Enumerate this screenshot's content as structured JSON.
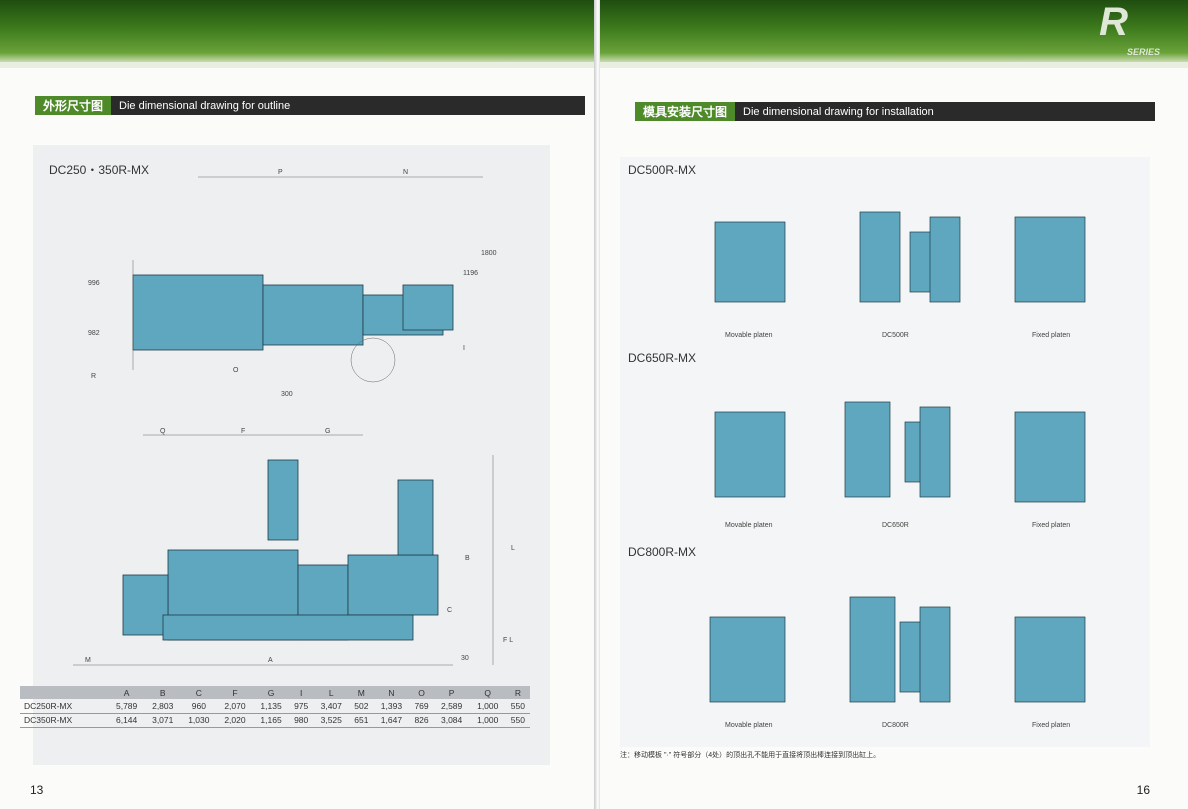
{
  "left": {
    "section_cn": "外形尺寸图",
    "section_en": "Die dimensional drawing for outline",
    "model": "DC250・350R-MX",
    "dims": [
      "P",
      "N",
      "1800",
      "1196",
      "996",
      "982",
      "R",
      "O",
      "300",
      "Q",
      "F",
      "G",
      "I",
      "B",
      "L",
      "C",
      "A",
      "M",
      "30",
      "F L"
    ],
    "table": {
      "headers": [
        "",
        "A",
        "B",
        "C",
        "F",
        "G",
        "I",
        "L",
        "M",
        "N",
        "O",
        "P",
        "Q",
        "R"
      ],
      "rows": [
        [
          "DC250R-MX",
          "5,789",
          "2,803",
          "960",
          "2,070",
          "1,135",
          "975",
          "3,407",
          "502",
          "1,393",
          "769",
          "2,589",
          "1,000",
          "550"
        ],
        [
          "DC350R-MX",
          "6,144",
          "3,071",
          "1,030",
          "2,020",
          "1,165",
          "980",
          "3,525",
          "651",
          "1,647",
          "826",
          "3,084",
          "1,000",
          "550"
        ]
      ]
    },
    "page_number": "13"
  },
  "right": {
    "logo": "R",
    "logo_sub": "SERIES",
    "section_cn": "模具安装尺寸图",
    "section_en": "Die dimensional drawing for installation",
    "models": [
      {
        "name": "DC500R-MX",
        "movable": "Movable platen",
        "center": "DC500R",
        "fixed": "Fixed platen"
      },
      {
        "name": "DC650R-MX",
        "movable": "Movable platen",
        "center": "DC650R",
        "fixed": "Fixed platen"
      },
      {
        "name": "DC800R-MX",
        "movable": "Movable platen",
        "center": "DC800R",
        "fixed": "Fixed platen"
      }
    ],
    "note": "注：移动模板 \"·\" 符号部分（4处）的顶出孔不能用于直接将顶出棒连接到顶出缸上。",
    "page_number": "16"
  },
  "colors": {
    "machine": "#5fa6bf",
    "green": "#3d7a1c"
  }
}
